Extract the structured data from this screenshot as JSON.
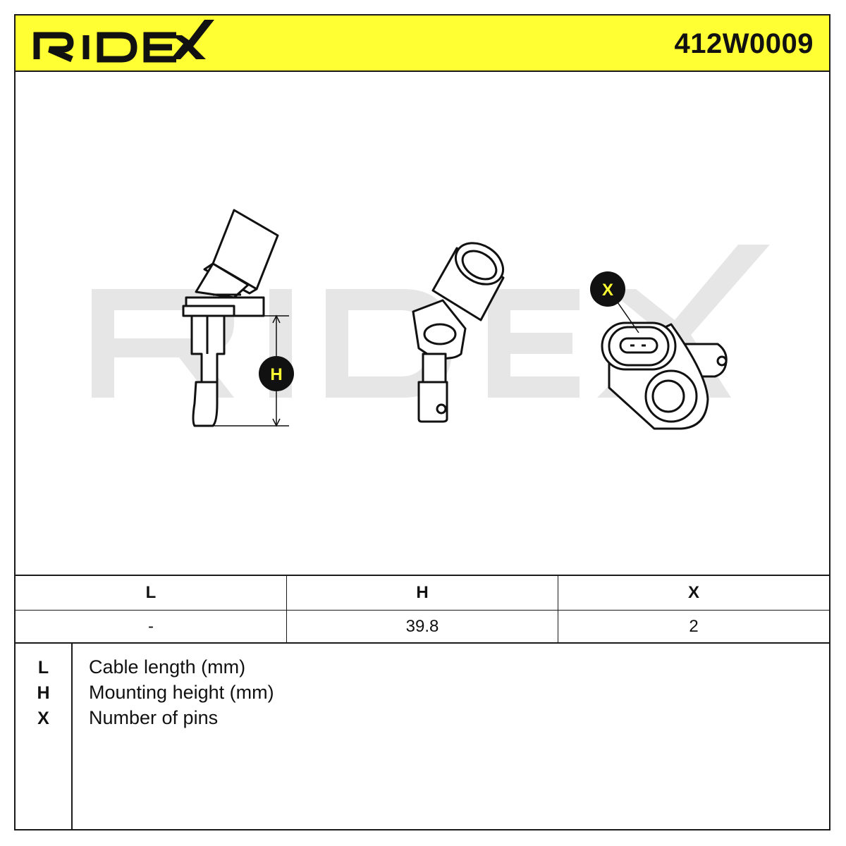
{
  "brand": {
    "logo_text": "RIDEX",
    "logo_icon": "ridex-logo",
    "header_color": "#ffff33",
    "watermark_color": "#e6e6e6",
    "badge_color": "#111111",
    "badge_text_color": "#ffff33"
  },
  "part_number": "412W0009",
  "drawing": {
    "callout_h": "H",
    "callout_x": "X"
  },
  "spec_table": {
    "headers": [
      "L",
      "H",
      "X"
    ],
    "values": [
      "-",
      "39.8",
      "2"
    ]
  },
  "legend": [
    {
      "key": "L",
      "description": "Cable length (mm)"
    },
    {
      "key": "H",
      "description": "Mounting height (mm)"
    },
    {
      "key": "X",
      "description": "Number of pins"
    }
  ]
}
